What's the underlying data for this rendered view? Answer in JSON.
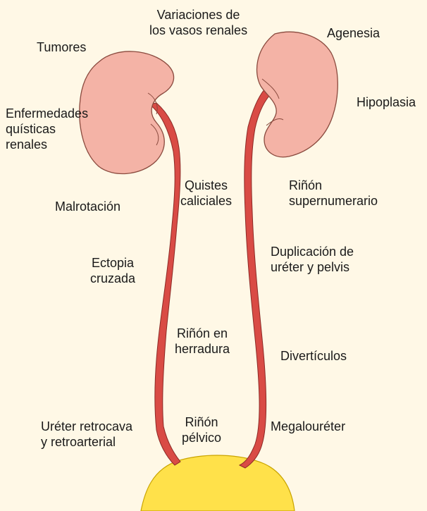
{
  "colors": {
    "background": "#fff8e6",
    "kidney_fill": "#f4b3a6",
    "kidney_stroke": "#8a4a3e",
    "ureter_fill": "#d94b45",
    "bladder_fill": "#ffe14a"
  },
  "labels": {
    "vasos": [
      "Variaciones de",
      "los vasos renales"
    ],
    "tumores": [
      "Tumores"
    ],
    "agenesia": [
      "Agenesia"
    ],
    "hipoplasia": [
      "Hipoplasia"
    ],
    "quisticas": [
      "Enfermedades",
      "quísticas",
      "renales"
    ],
    "malrotacion": [
      "Malrotación"
    ],
    "quistes": [
      "Quistes",
      "caliciales"
    ],
    "supernumerario": [
      "Riñón",
      "supernumerario"
    ],
    "ectopia": [
      "Ectopia",
      "cruzada"
    ],
    "duplicacion": [
      "Duplicación de",
      "uréter y pelvis"
    ],
    "herradura": [
      "Riñón en",
      "herradura"
    ],
    "diverticulos": [
      "Divertículos"
    ],
    "retrocava": [
      "Uréter retrocava",
      "y retroarterial"
    ],
    "pelvico": [
      "Riñón",
      "pélvico"
    ],
    "megaloureter": [
      "Megalouréter"
    ]
  }
}
